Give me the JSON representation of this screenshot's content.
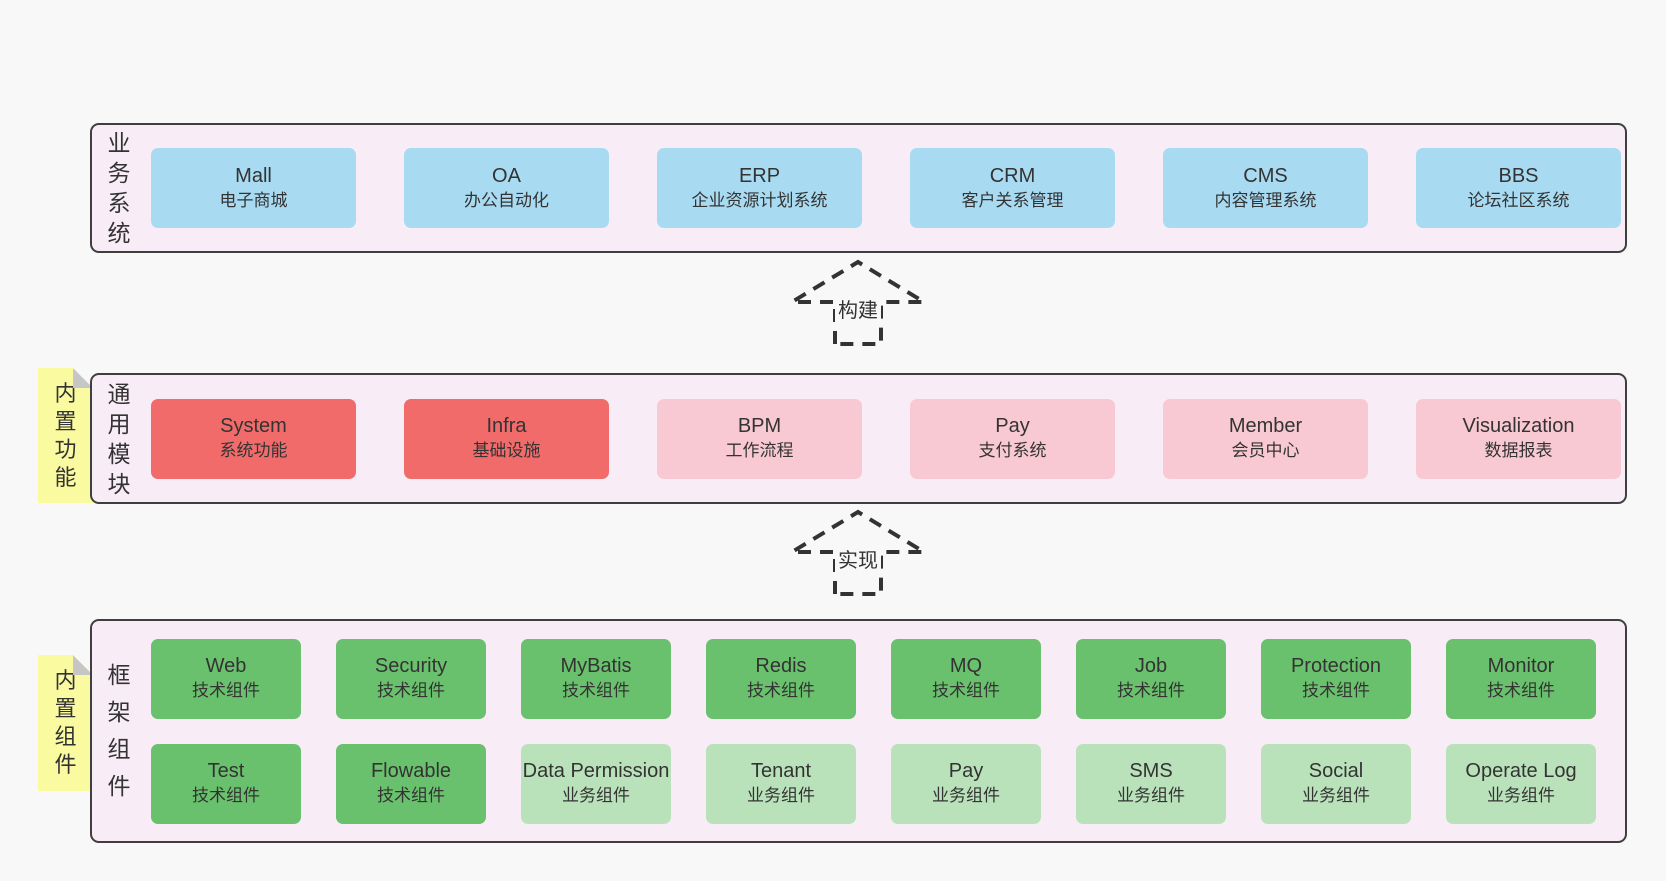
{
  "colors": {
    "page_bg": "#f8f8f8",
    "panel_bg": "#f8edf6",
    "panel_border": "#3f3f3f",
    "box_blue": "#a8dbf2",
    "box_red": "#f16b6b",
    "box_pink": "#f9c9d3",
    "box_green": "#6ac16d",
    "box_light_green": "#bae2ba",
    "tag_yellow": "#fafaa0",
    "tag_fold_gray": "#c6c6c6",
    "text": "#333333"
  },
  "arrows": [
    {
      "label": "构建"
    },
    {
      "label": "实现"
    }
  ],
  "layers": [
    {
      "label": "业务系统",
      "boxes": [
        {
          "en": "Mall",
          "zh": "电子商城"
        },
        {
          "en": "OA",
          "zh": "办公自动化"
        },
        {
          "en": "ERP",
          "zh": "企业资源计划系统"
        },
        {
          "en": "CRM",
          "zh": "客户关系管理"
        },
        {
          "en": "CMS",
          "zh": "内容管理系统"
        },
        {
          "en": "BBS",
          "zh": "论坛社区系统"
        }
      ]
    },
    {
      "label": "通用模块",
      "tag": "内置功能",
      "boxes": [
        {
          "en": "System",
          "zh": "系统功能"
        },
        {
          "en": "Infra",
          "zh": "基础设施"
        },
        {
          "en": "BPM",
          "zh": "工作流程"
        },
        {
          "en": "Pay",
          "zh": "支付系统"
        },
        {
          "en": "Member",
          "zh": "会员中心"
        },
        {
          "en": "Visualization",
          "zh": "数据报表"
        }
      ]
    },
    {
      "label": "框架组件",
      "tag": "内置组件",
      "rows": [
        [
          {
            "en": "Web",
            "zh": "技术组件"
          },
          {
            "en": "Security",
            "zh": "技术组件"
          },
          {
            "en": "MyBatis",
            "zh": "技术组件"
          },
          {
            "en": "Redis",
            "zh": "技术组件"
          },
          {
            "en": "MQ",
            "zh": "技术组件"
          },
          {
            "en": "Job",
            "zh": "技术组件"
          },
          {
            "en": "Protection",
            "zh": "技术组件"
          },
          {
            "en": "Monitor",
            "zh": "技术组件"
          }
        ],
        [
          {
            "en": "Test",
            "zh": "技术组件"
          },
          {
            "en": "Flowable",
            "zh": "技术组件"
          },
          {
            "en": "Data Permission",
            "zh": "业务组件"
          },
          {
            "en": "Tenant",
            "zh": "业务组件"
          },
          {
            "en": "Pay",
            "zh": "业务组件"
          },
          {
            "en": "SMS",
            "zh": "业务组件"
          },
          {
            "en": "Social",
            "zh": "业务组件"
          },
          {
            "en": "Operate Log",
            "zh": "业务组件"
          }
        ]
      ]
    }
  ]
}
